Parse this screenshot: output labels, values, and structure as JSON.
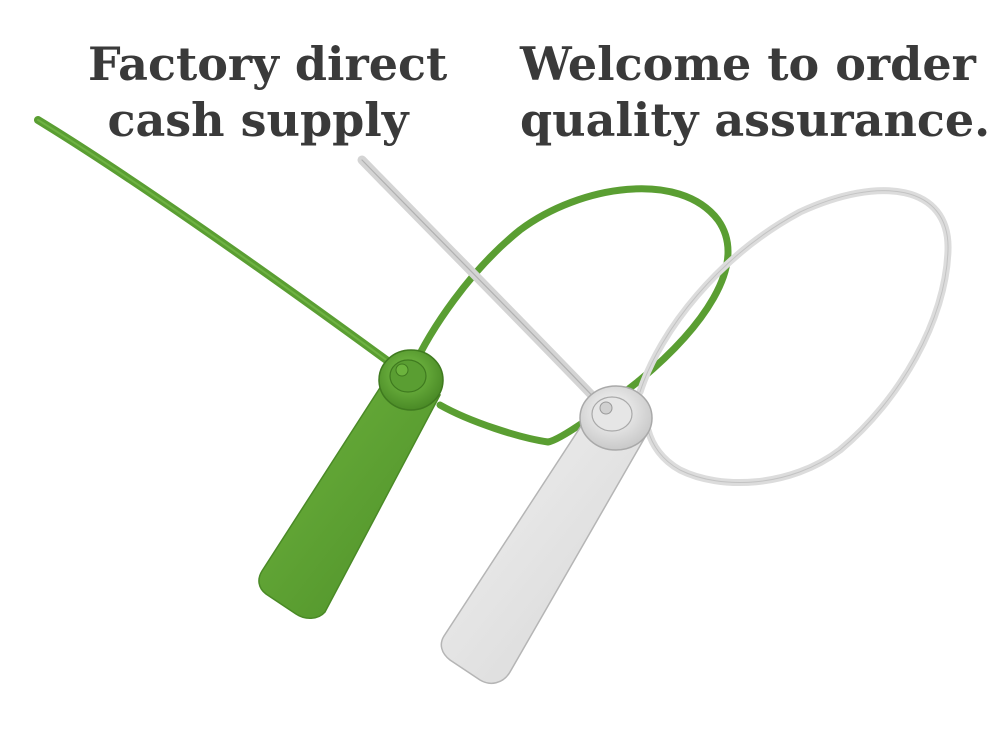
{
  "headline_left": {
    "line1": "Factory direct",
    "line2": "cash supply"
  },
  "headline_right": {
    "line1": "Welcome to order",
    "line2": "quality assurance."
  },
  "colors": {
    "background": "#ffffff",
    "text": "#3a3a3a",
    "green_seal": "#5a9e32",
    "white_seal": "#e4e4e4"
  },
  "icons": {
    "green_seal": "green-plastic-seal-tag-icon",
    "white_seal": "white-plastic-seal-tag-icon"
  }
}
